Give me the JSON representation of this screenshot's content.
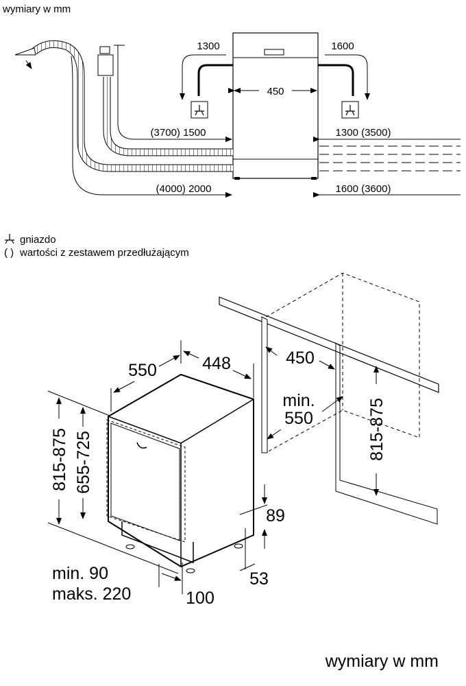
{
  "unit_title_top": "wymiary w mm",
  "unit_title_bottom": "wymiary w mm",
  "legend": {
    "socket_symbol_text": "gniazdo",
    "paren_symbol": "( )",
    "paren_text": "wartości z zestawem przedłużającym"
  },
  "top_view": {
    "left_side_height": "1300",
    "right_side_height": "1600",
    "width": "450",
    "left_inner_hose": "(3700) 1500",
    "right_inner_cable": "1300 (3500)",
    "left_outer_hose": "(4000) 2000",
    "right_outer_cable": "1600 (3600)"
  },
  "iso_view": {
    "depth": "550",
    "width": "448",
    "niche_width": "450",
    "niche_depth_min": "min.",
    "niche_depth_val": "550",
    "niche_height": "815-875",
    "overall_height": "815-875",
    "body_height": "655-725",
    "plinth_height": "89",
    "plinth_depth": "53",
    "foot_offset": "100",
    "gap_min": "min. 90",
    "gap_max": "maks. 220"
  }
}
